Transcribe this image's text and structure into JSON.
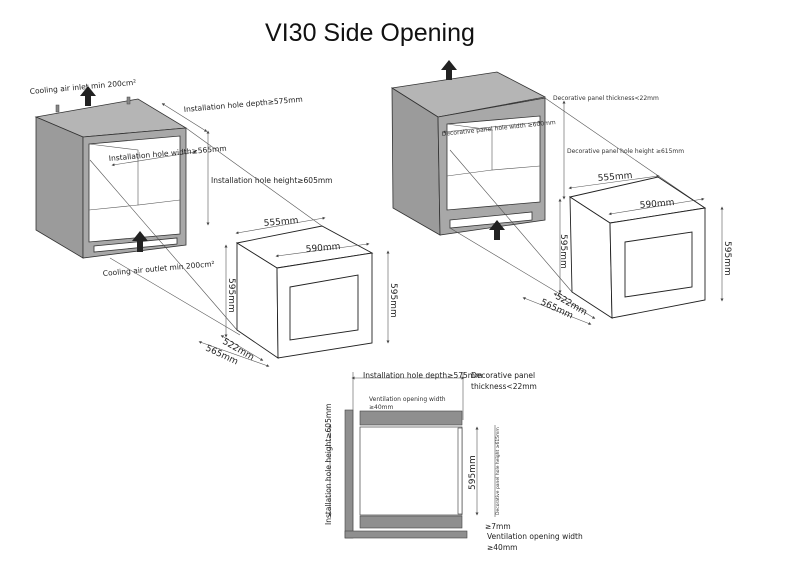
{
  "title": "VI30 Side Opening",
  "left_diagram": {
    "cooling_inlet": "Cooling air inlet min 200cm²",
    "cooling_outlet": "Cooling air outlet min 200cm²",
    "hole_depth": "Installation hole depth≥575mm",
    "hole_width": "Installation hole width≥565mm",
    "hole_height": "Installation hole height≥605mm",
    "dim_depth_top": "555mm",
    "dim_width": "590mm",
    "dim_height_left": "595mm",
    "dim_height_right": "595mm",
    "dim_depth_522": "522mm",
    "dim_depth_565": "565mm"
  },
  "right_diagram": {
    "panel_thickness": "Decorative panel  thickness<22mm",
    "panel_hole_width": "Decorative panel hole width ≥600mm",
    "panel_hole_height": "Decorative panel hole height ≥615mm",
    "dim_depth_top": "555mm",
    "dim_width": "590mm",
    "dim_height_left": "595mm",
    "dim_height_right": "595mm",
    "dim_depth_522": "522mm",
    "dim_depth_565": "565mm"
  },
  "plan_view": {
    "hole_depth": "Installation hole depth≥575mm",
    "panel_thickness_1": "Decorative panel",
    "panel_thickness_2": "thickness<22mm",
    "vent_top_1": "Ventilation opening width",
    "vent_top_2": "≥40mm",
    "hole_height": "Installation hole height≥605mm",
    "appliance_height": "595mm",
    "panel_hole_height": "Decorative panel hole height ≥615mm",
    "gap": "≥7mm",
    "vent_bottom_1": "Ventilation opening width",
    "vent_bottom_2": "≥40mm"
  },
  "icons": {
    "airflow_arrow": "arrow-up-icon"
  }
}
